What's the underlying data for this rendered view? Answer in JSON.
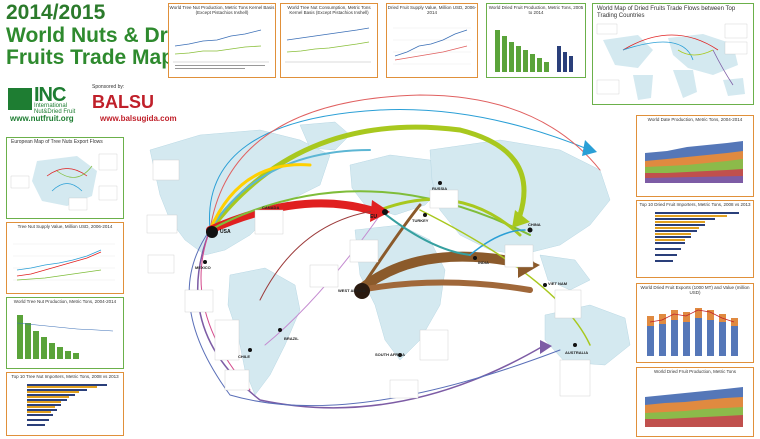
{
  "header": {
    "year": "2014/2015",
    "title_line1": "World Nuts & Dried",
    "title_line2": "Fruits Trade Map"
  },
  "logos": {
    "inc_name": "INC",
    "inc_sub": "International Nut&Dried Fruit",
    "inc_url": "www.nutfruit.org",
    "sponsor_label": "Sponsored by:",
    "sponsor_name": "BALSU",
    "sponsor_url": "www.balsugida.com"
  },
  "panels": {
    "top1": "World Tree Nut Production, Metric Tons Kernel Basis (Except Pistachios Inshell)",
    "top2": "World Tree Nut Consumption, Metric Tons Kernel Basis (Except Pistachios Inshell)",
    "top3": "Dried Fruit Supply Value, Million USD, 2006-2014",
    "top4": "World Dried Fruit Production, Metric Tons, 2005 to 2014",
    "top5": "World Map of Dried Fruits Trade Flows between Top Trading Countries",
    "left1": "European Map of Tree Nuts Export Flows",
    "left2": "Tree Nut Supply Value, Million USD, 2006-2014",
    "left3": "World Tree Nut Production, Metric Tons, 2004-2014",
    "left4": "Top 10 Tree Nut Importers, Metric Tons, 2008 vs 2013",
    "right1": "World Date Production, Metric Tons, 2004-2014",
    "right2": "Top 10 Dried Fruit Importers, Metric Tons, 2008 vs 2013",
    "right3": "World Dried Fruit Exports (1000 MT) and Value (million USD)",
    "right4": "World Dried Fruit Production, Metric Tons"
  },
  "map_labels": {
    "usa": "USA",
    "eu": "EU",
    "canada": "CANADA",
    "mexico": "MEXICO",
    "russia": "RUSSIA",
    "china": "CHINA",
    "india": "INDIA",
    "west_africa": "WEST AFRICA",
    "brazil": "BRAZIL",
    "south_africa": "SOUTH AFRICA",
    "australia": "AUSTRALIA",
    "turkey": "TURKEY",
    "viet_nam": "VIET NAM",
    "chile": "CHILE"
  },
  "colors": {
    "title_green": "#2e8a2e",
    "panel_border": "#e0903a",
    "land": "#cfe6ee",
    "flow_red": "#e02020",
    "flow_green": "#a8c81e",
    "flow_brown": "#8b5a2b"
  }
}
